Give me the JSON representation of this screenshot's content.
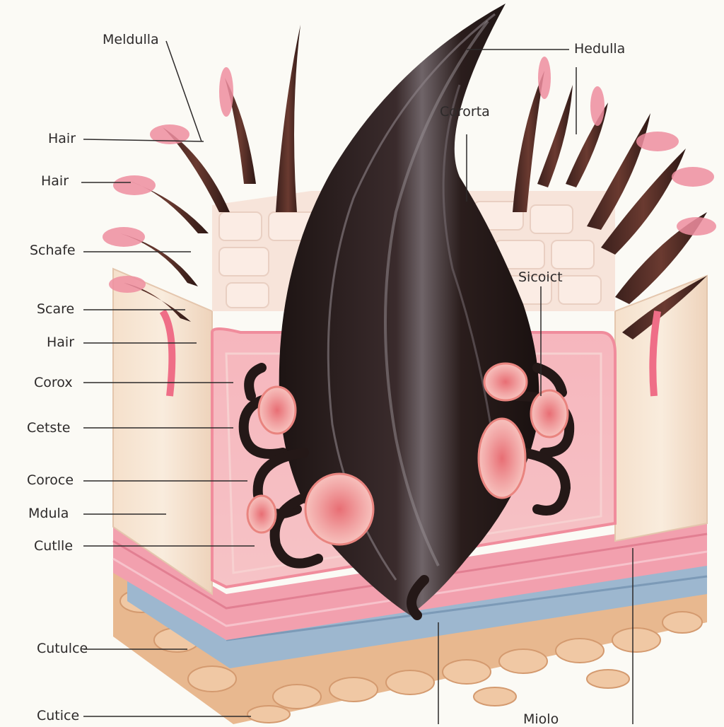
{
  "labels": {
    "left": [
      "Hair",
      "Hair",
      "Schafe",
      "Scare",
      "Hair",
      "Corox",
      "Cetste",
      "Coroce",
      "Mdula",
      "Cutlle",
      "Cutulce",
      "Cutice"
    ],
    "top_left": "Meldulla",
    "top_right": "Hedulla",
    "cortex_upper": "Cororta",
    "cortex_right": "Sicoict",
    "bottom_right": "Miolo"
  },
  "colors": {
    "background": "#fbfaf5",
    "hair": "#2a1d1c",
    "hair_highlight": "#6f6468",
    "epidermis_pink": "#f2a0ae",
    "dermis_cream": "#f3dcc6",
    "blue_layer": "#9db7cf",
    "fat_layer": "#e8b88f",
    "bulb_pink": "#f1a2a2"
  }
}
